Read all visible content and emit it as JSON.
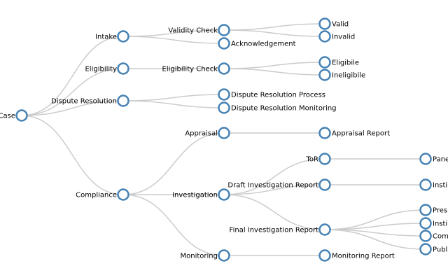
{
  "colors": {
    "link": "#cccccc",
    "node_stroke": "#4682b4",
    "node_fill": "#ffffff",
    "label": "#000000"
  },
  "tree": {
    "id": "case",
    "name": "Case",
    "children": [
      {
        "id": "intake",
        "name": "Intake",
        "children": [
          {
            "id": "validity-check",
            "name": "Validity Check",
            "children": [
              {
                "id": "valid",
                "name": "Valid"
              },
              {
                "id": "invalid",
                "name": "Invalid"
              }
            ]
          },
          {
            "id": "acknowledgement",
            "name": "Acknowledgement"
          }
        ]
      },
      {
        "id": "eligibility",
        "name": "Eligibility",
        "children": [
          {
            "id": "eligibility-check",
            "name": "Eligibility Check",
            "children": [
              {
                "id": "eligibile",
                "name": "Eligibile"
              },
              {
                "id": "ineligibile",
                "name": "Ineligibile"
              }
            ]
          }
        ]
      },
      {
        "id": "dispute-resolution",
        "name": "Dispute Resolution",
        "children": [
          {
            "id": "dispute-resolution-process",
            "name": "Dispute Resolution Process"
          },
          {
            "id": "dispute-resolution-monitoring",
            "name": "Dispute Resolution Monitoring"
          }
        ]
      },
      {
        "id": "compliance",
        "name": "Compliance",
        "children": [
          {
            "id": "appraisal",
            "name": "Appraisal",
            "children": [
              {
                "id": "appraisal-report",
                "name": "Appraisal Report"
              }
            ]
          },
          {
            "id": "investigation",
            "name": "Investigation",
            "children": [
              {
                "id": "tor",
                "name": "ToR",
                "children": [
                  {
                    "id": "pane",
                    "name": "Pane"
                  }
                ]
              },
              {
                "id": "draft-investigation-report",
                "name": "Draft Investigation Report",
                "children": [
                  {
                    "id": "insti-1",
                    "name": "Insti"
                  }
                ]
              },
              {
                "id": "final-investigation-report",
                "name": "Final Investigation Report",
                "children": [
                  {
                    "id": "presi",
                    "name": "Presi"
                  },
                  {
                    "id": "insti-2",
                    "name": "Insti"
                  },
                  {
                    "id": "com",
                    "name": "Com"
                  },
                  {
                    "id": "publi",
                    "name": "Publi"
                  }
                ]
              }
            ]
          },
          {
            "id": "monitoring",
            "name": "Monitoring",
            "children": [
              {
                "id": "monitoring-report",
                "name": "Monitoring Report"
              }
            ]
          }
        ]
      }
    ]
  }
}
